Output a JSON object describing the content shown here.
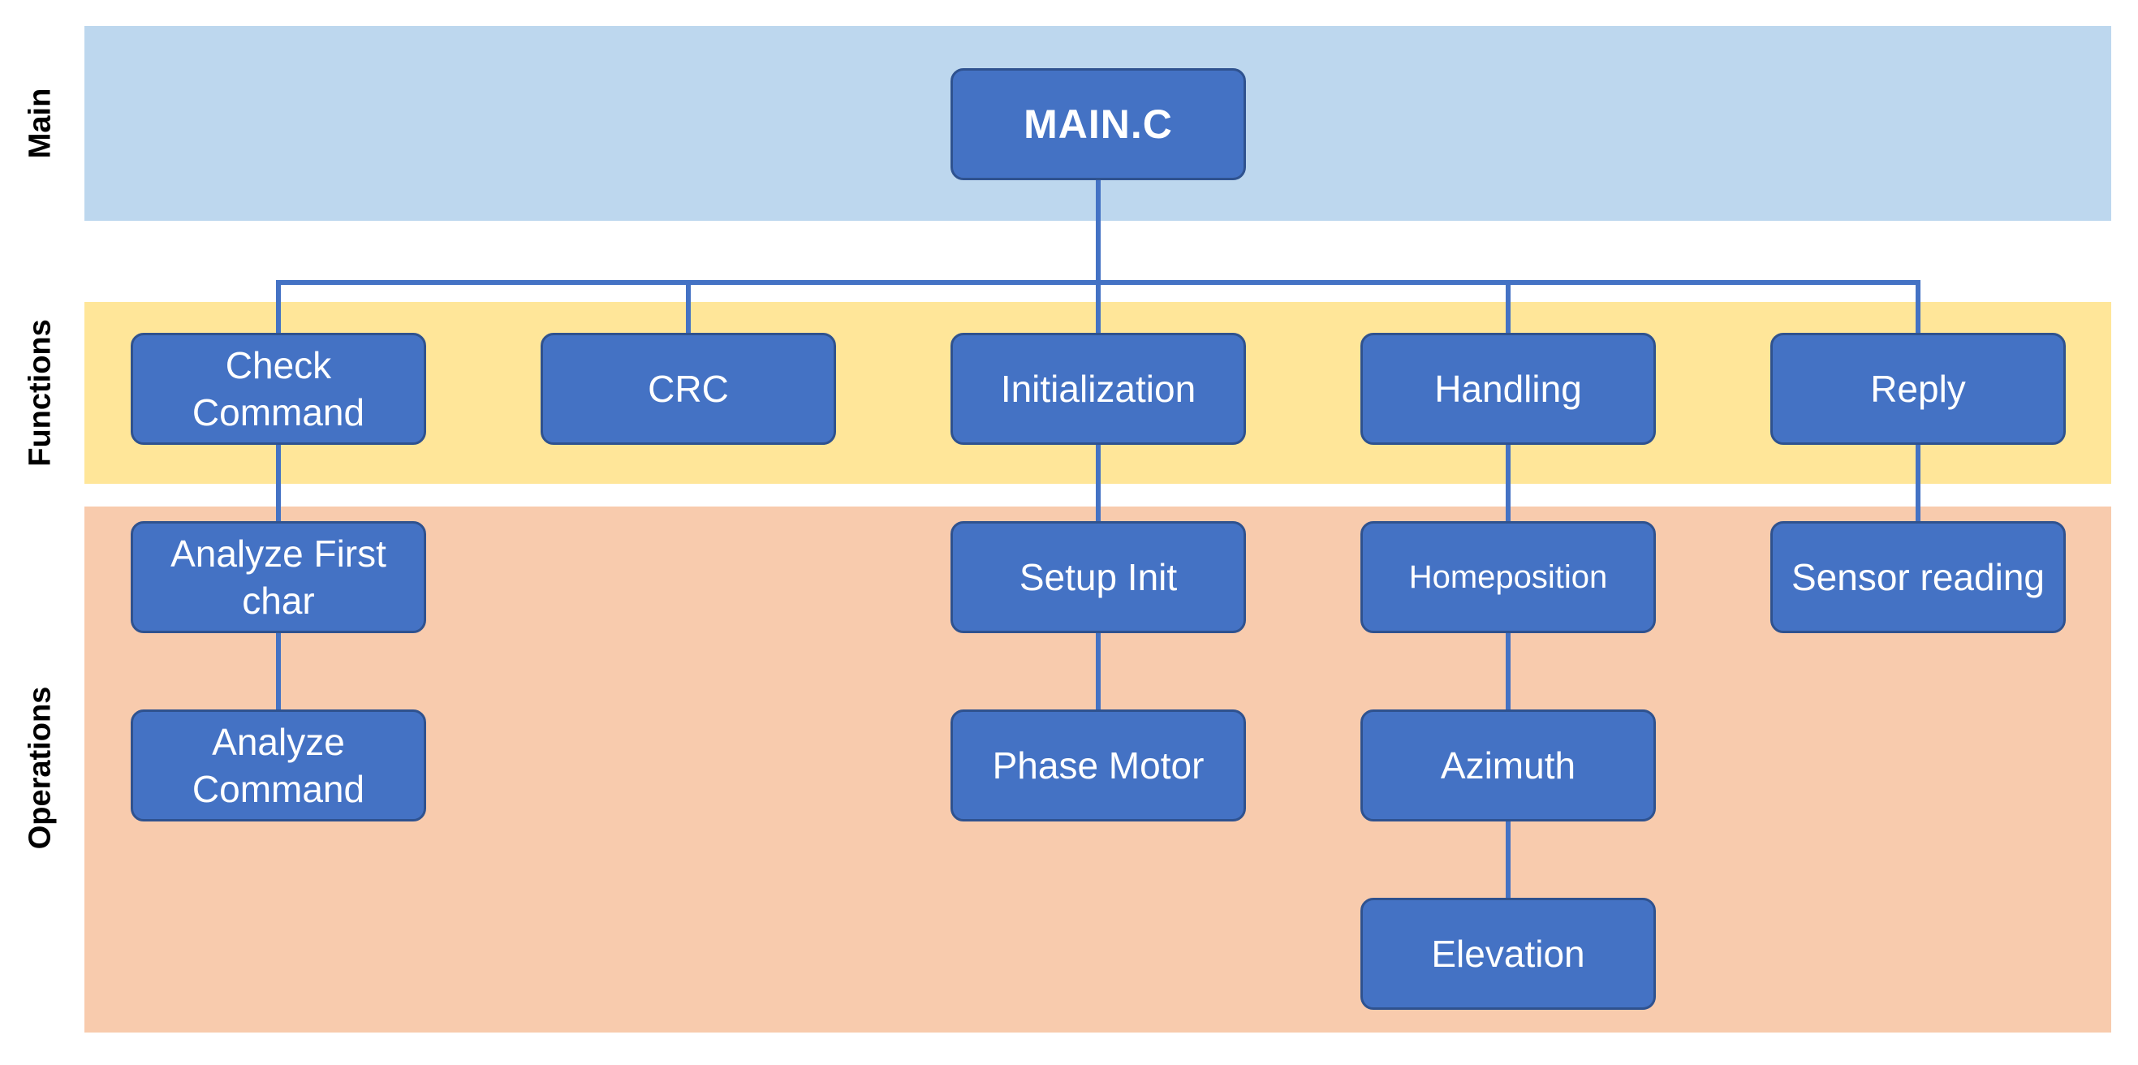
{
  "lanes": {
    "main": "Main",
    "functions": "Functions",
    "operations": "Operations"
  },
  "root": {
    "label": "MAIN.C"
  },
  "functions": [
    {
      "label": "Check Command"
    },
    {
      "label": "CRC"
    },
    {
      "label": "Initialization"
    },
    {
      "label": "Handling"
    },
    {
      "label": "Reply"
    }
  ],
  "operations": [
    {
      "label": "Analyze First char",
      "parent": "Check Command"
    },
    {
      "label": "Analyze Command",
      "parent": "Analyze First char"
    },
    {
      "label": "Setup Init",
      "parent": "Initialization"
    },
    {
      "label": "Phase Motor",
      "parent": "Setup Init"
    },
    {
      "label": "Homeposition",
      "parent": "Handling"
    },
    {
      "label": "Azimuth",
      "parent": "Homeposition"
    },
    {
      "label": "Elevation",
      "parent": "Azimuth"
    },
    {
      "label": "Sensor reading",
      "parent": "Reply"
    }
  ],
  "colors": {
    "main_band": "#bdd7ee",
    "functions_band": "#ffe699",
    "operations_band": "#f8cbad",
    "node_fill": "#4472c4",
    "node_border": "#2f528f",
    "connector": "#4472c4"
  }
}
